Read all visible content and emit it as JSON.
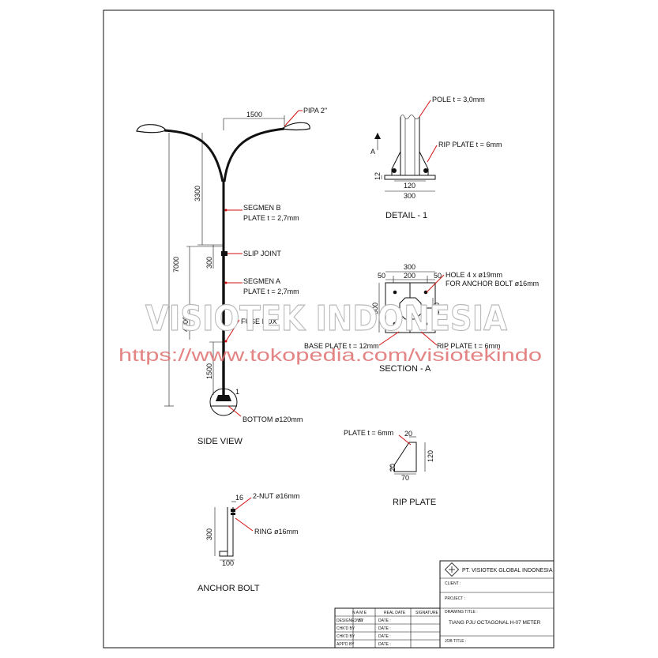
{
  "side_view": {
    "title": "SIDE VIEW",
    "arm_span": "1500",
    "pipa": "PIPA 2\"",
    "dim_3300": "3300",
    "dim_7000": "7000",
    "dim_300": "300",
    "dim_4000": "4000",
    "dim_1500": "1500",
    "segmen_b": "SEGMEN B",
    "segmen_b_plate": "PLATE t = 2,7mm",
    "slip_joint": "SLIP JOINT",
    "segmen_a": "SEGMEN A",
    "segmen_a_plate": "PLATE t = 2,7mm",
    "fuse_box": "FUSE BOX",
    "detail_mark": "1",
    "bottom": "BOTTOM ø120mm"
  },
  "detail": {
    "title": "DETAIL - 1",
    "pole": "POLE t = 3,0mm",
    "rip_plate": "RIP PLATE t = 6mm",
    "dim_12": "12",
    "dim_120": "120",
    "dim_300": "300",
    "section_mark": "A"
  },
  "section": {
    "title": "SECTION - A",
    "dim_300_top": "300",
    "dim_50_left": "50",
    "dim_200": "200",
    "dim_50_right": "50",
    "dim_300_side": "300",
    "dim_120": "120",
    "hole": "HOLE 4 x ø19mm",
    "hole_note": "FOR ANCHOR BOLT ø16mm",
    "base_plate": "BASE PLATE t = 12mm",
    "rip_plate": "RIP PLATE t = 6mm"
  },
  "rip_plate_view": {
    "title": "RIP PLATE",
    "plate": "PLATE t = 6mm",
    "dim_20_top": "20",
    "dim_20_left": "20",
    "dim_120": "120",
    "dim_70": "70"
  },
  "anchor_bolt": {
    "title": "ANCHOR BOLT",
    "dim_16": "16",
    "nut": "2-NUT ø16mm",
    "dim_300": "300",
    "ring": "RING ø16mm",
    "dim_100": "100"
  },
  "watermark": {
    "brand": "VISIOTEK INDONESIA",
    "url": "https://www.tokopedia.com/visiotekindo"
  },
  "title_block": {
    "company": "PT. VISIOTEK GLOBAL INDONESIA",
    "client": "CLIENT :",
    "project": "PROJECT :",
    "drawing_title_label": "DRAWING TITLE :",
    "drawing_title": "TIANG PJU OCTAGONAL H-07 METER",
    "job_title": "JOB TITLE :",
    "col_name": "N A M E",
    "col_date": "REAL DATE",
    "col_sign": "SIGNATURE",
    "rows": [
      {
        "label": "DESIGNED BY",
        "name": "VG",
        "date": "DATE :"
      },
      {
        "label": "CHK'D BY",
        "name": "",
        "date": "DATE :"
      },
      {
        "label": "CHK'D BY",
        "name": "",
        "date": "DATE :"
      },
      {
        "label": "APP'D BY",
        "name": "",
        "date": "DATE :"
      }
    ]
  }
}
